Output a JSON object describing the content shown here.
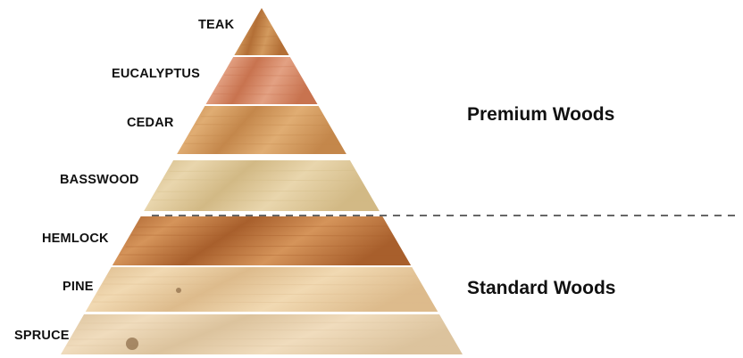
{
  "tiers": [
    {
      "label": "TEAK",
      "group": "premium",
      "color_light": "#d39a5e",
      "color_dark": "#b36f36"
    },
    {
      "label": "EUCALYPTUS",
      "group": "premium",
      "color_light": "#e3a183",
      "color_dark": "#c8734f"
    },
    {
      "label": "CEDAR",
      "group": "premium",
      "color_light": "#e0ad73",
      "color_dark": "#c4874b"
    },
    {
      "label": "BASSWOOD",
      "group": "premium",
      "color_light": "#e9d6ad",
      "color_dark": "#d2b985"
    },
    {
      "label": "HEMLOCK",
      "group": "standard",
      "color_light": "#d5945a",
      "color_dark": "#a85f2c"
    },
    {
      "label": "PINE",
      "group": "standard",
      "color_light": "#f1d9b2",
      "color_dark": "#ddbb8c"
    },
    {
      "label": "SPRUCE",
      "group": "standard",
      "color_light": "#f0dcbd",
      "color_dark": "#dcc39d"
    }
  ],
  "groups": {
    "premium": {
      "label": "Premium Woods"
    },
    "standard": {
      "label": "Standard Woods"
    }
  },
  "divider": {
    "style": "dashed",
    "color": "#333333"
  }
}
